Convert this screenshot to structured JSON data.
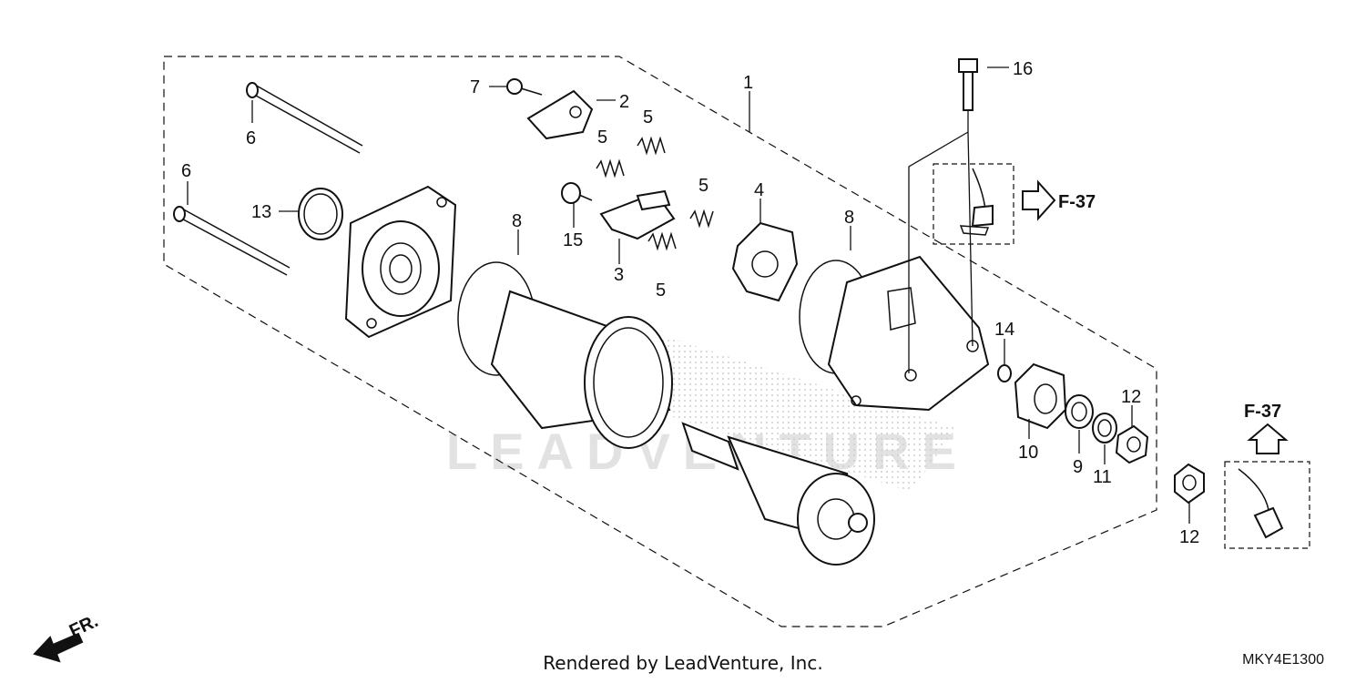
{
  "diagram": {
    "watermark": "LEADVENTURE",
    "front_indicator": "FR.",
    "ref_main": "F-37",
    "ref_lower": "F-37",
    "callouts": {
      "c1": "1",
      "c2": "2",
      "c3": "3",
      "c4": "4",
      "c5a": "5",
      "c5b": "5",
      "c5c": "5",
      "c5d": "5",
      "c6a": "6",
      "c6b": "6",
      "c7": "7",
      "c8a": "8",
      "c8b": "8",
      "c9": "9",
      "c10": "10",
      "c11": "11",
      "c12a": "12",
      "c12b": "12",
      "c13": "13",
      "c14": "14",
      "c15": "15",
      "c16": "16"
    }
  },
  "footer": {
    "credit": "Rendered by LeadVenture, Inc.",
    "diagram_code": "MKY4E1300"
  },
  "colors": {
    "line": "#111111",
    "background": "#ffffff",
    "watermark": "#cfcfcf"
  }
}
